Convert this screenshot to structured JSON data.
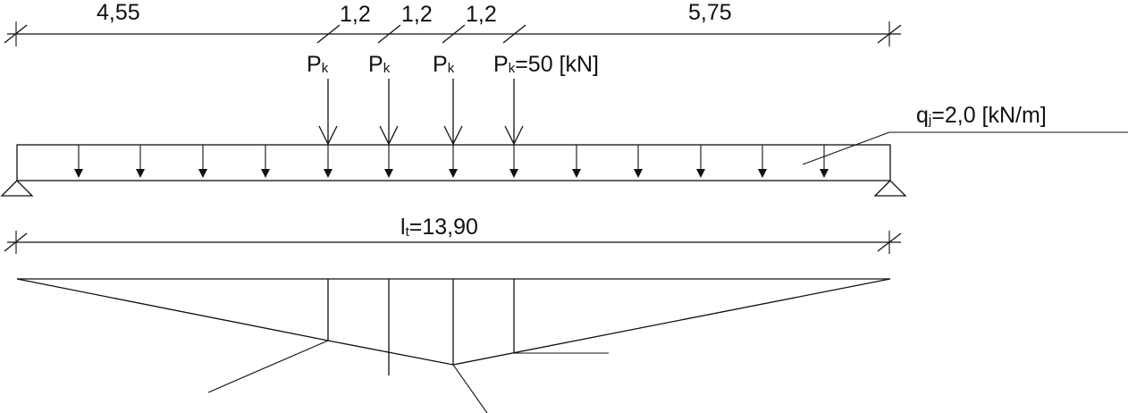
{
  "dimensions_top": {
    "left": "4,55",
    "gap1": "1,2",
    "gap2": "1,2",
    "gap3": "1,2",
    "right": "5,75"
  },
  "loads": {
    "p_main": "P",
    "p_sub": "k",
    "p4_value": "=50 [kN]",
    "q_main": "q",
    "q_sub": "j",
    "q_value": "=2,0 [kN/m]"
  },
  "span": {
    "main": "l",
    "sub": "t",
    "value": "=13,90"
  }
}
